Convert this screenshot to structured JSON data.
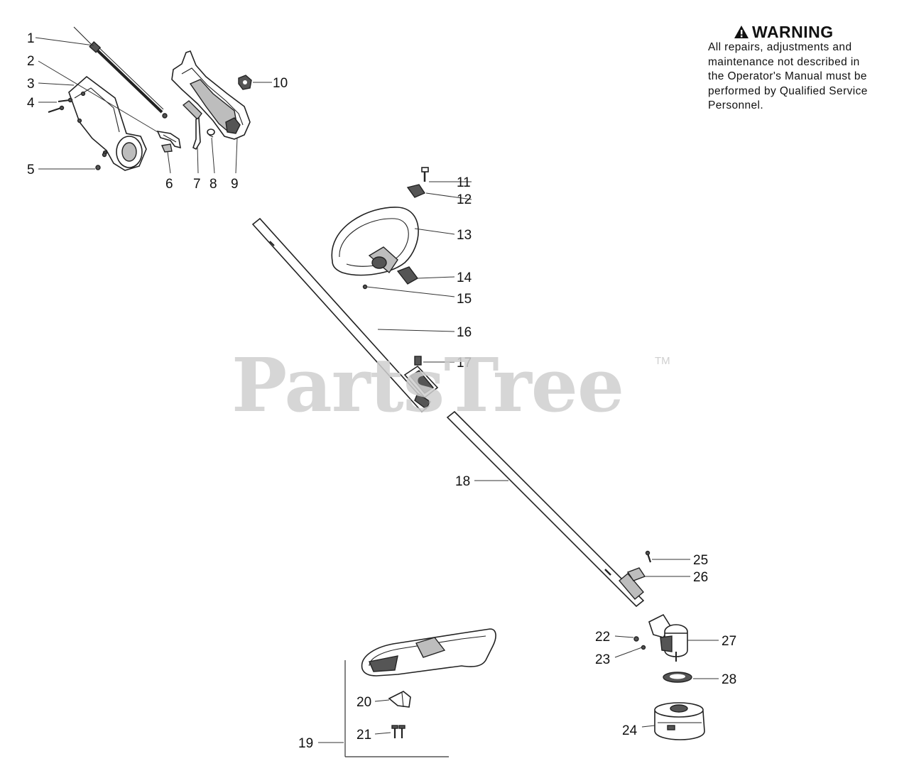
{
  "warning": {
    "icon": "warning-triangle-icon",
    "title": "WARNING",
    "lines": [
      "All repairs, adjustments and",
      "maintenance not described in",
      "the Operator's Manual must be",
      "performed by Qualified Service",
      "Personnel."
    ]
  },
  "watermark": {
    "text": "PartsTree",
    "tm": "TM"
  },
  "callouts": [
    "1",
    "2",
    "3",
    "4",
    "5",
    "6",
    "7",
    "8",
    "9",
    "10",
    "11",
    "12",
    "13",
    "14",
    "15",
    "16",
    "17",
    "18",
    "19",
    "20",
    "21",
    "22",
    "23",
    "24",
    "25",
    "26",
    "27",
    "28"
  ],
  "colors": {
    "ink": "#111111",
    "watermark": "#d0d0d0",
    "background": "#ffffff"
  }
}
